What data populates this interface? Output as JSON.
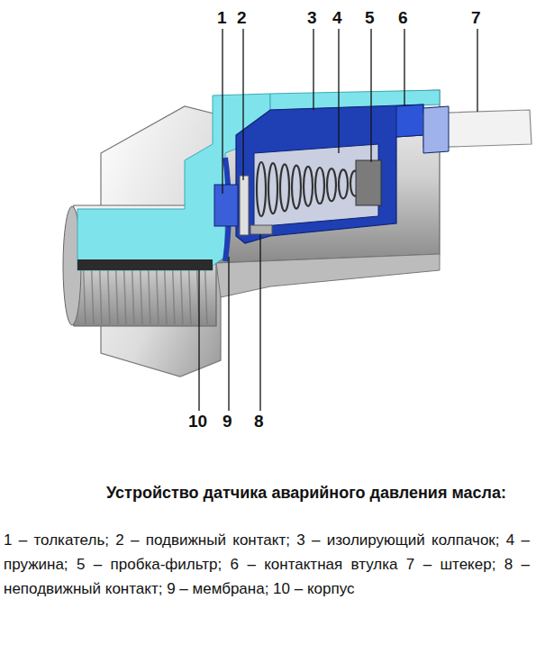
{
  "diagram": {
    "title": "Устройство датчика аварийного давления масла:",
    "caption": "1 – толкатель; 2 – подвижный контакт; 3 – изолирующий колпачок; 4 – пружина; 5 – пробка-фильтр; 6 – контактная втулка 7 – штекер; 8 – неподвижный контакт; 9 – мембрана; 10 – корпус",
    "labels": [
      "1",
      "2",
      "3",
      "4",
      "5",
      "6",
      "7",
      "10",
      "9",
      "8"
    ]
  }
}
